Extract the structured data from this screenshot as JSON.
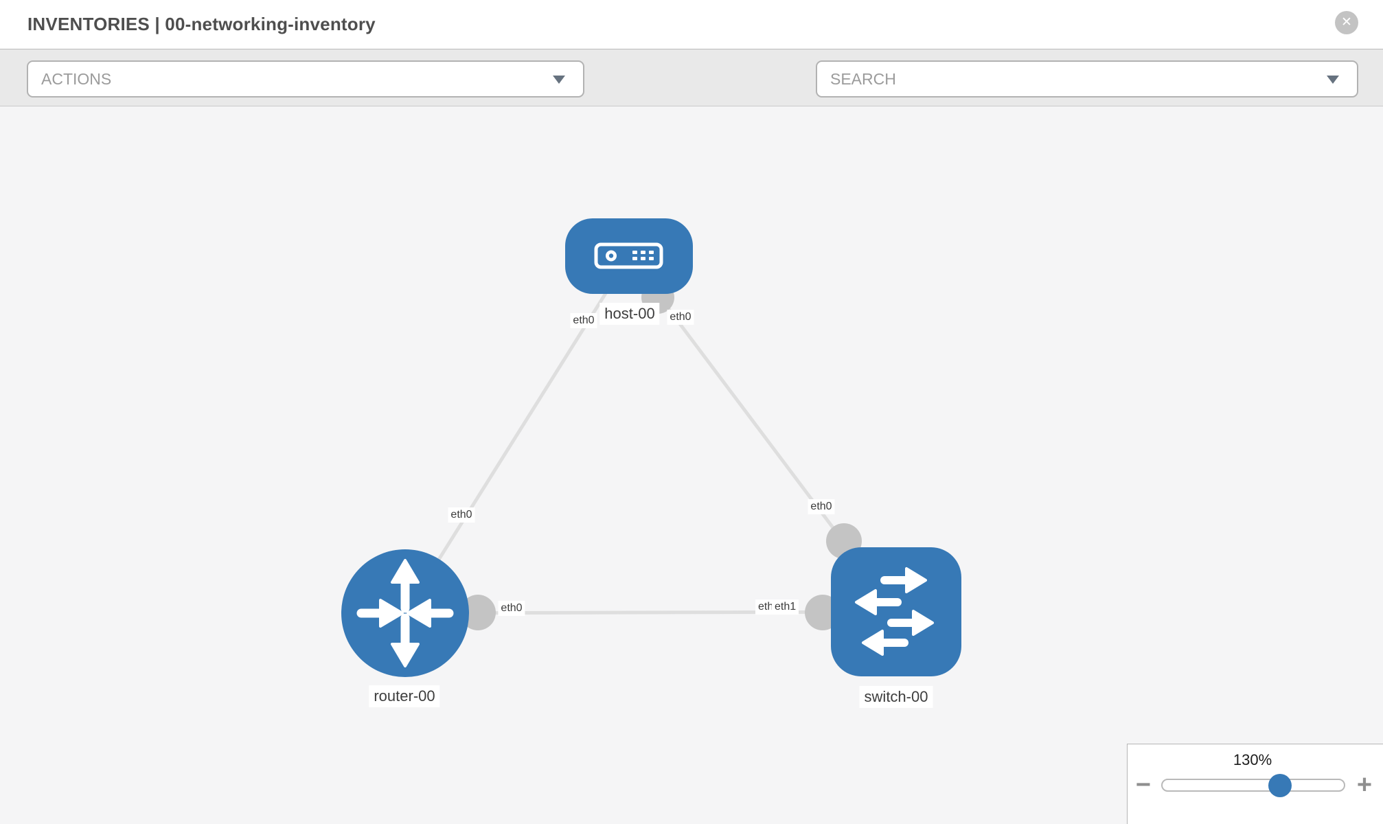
{
  "header": {
    "title": "INVENTORIES | 00-networking-inventory",
    "close_icon": "✕"
  },
  "toolbar": {
    "actions": {
      "label": "ACTIONS"
    },
    "icons": [
      {
        "name": "wrench-icon"
      },
      {
        "name": "key-icon"
      }
    ],
    "search": {
      "placeholder": "SEARCH"
    }
  },
  "topology": {
    "nodes": [
      {
        "id": "host-00",
        "type": "host",
        "label": "host-00"
      },
      {
        "id": "router-00",
        "type": "router",
        "label": "router-00"
      },
      {
        "id": "switch-00",
        "type": "switch",
        "label": "switch-00"
      }
    ],
    "links": [
      {
        "source": "router-00",
        "target": "host-00",
        "source_interface": "eth0",
        "target_interface": "eth0"
      },
      {
        "source": "host-00",
        "target": "switch-00",
        "source_interface": "eth0",
        "target_interface": "eth0"
      },
      {
        "source": "router-00",
        "target": "switch-00",
        "source_interface": "eth0",
        "target_interface": "eth1"
      }
    ],
    "port_labels": {
      "host_left": "eth0",
      "host_right": "eth0",
      "router_top": "eth0",
      "router_right": "eth0",
      "switch_top": "eth0",
      "switch_left_back": "eth0",
      "switch_left_front": "eth1"
    }
  },
  "zoom_panel": {
    "level": "130%",
    "minus": "−",
    "plus": "+"
  },
  "colors": {
    "node_blue": "#3779b6",
    "port_gray": "#c4c4c4",
    "link_gray": "#dedede",
    "canvas_bg": "#f5f5f6",
    "label_text": "#3d3d3d"
  }
}
